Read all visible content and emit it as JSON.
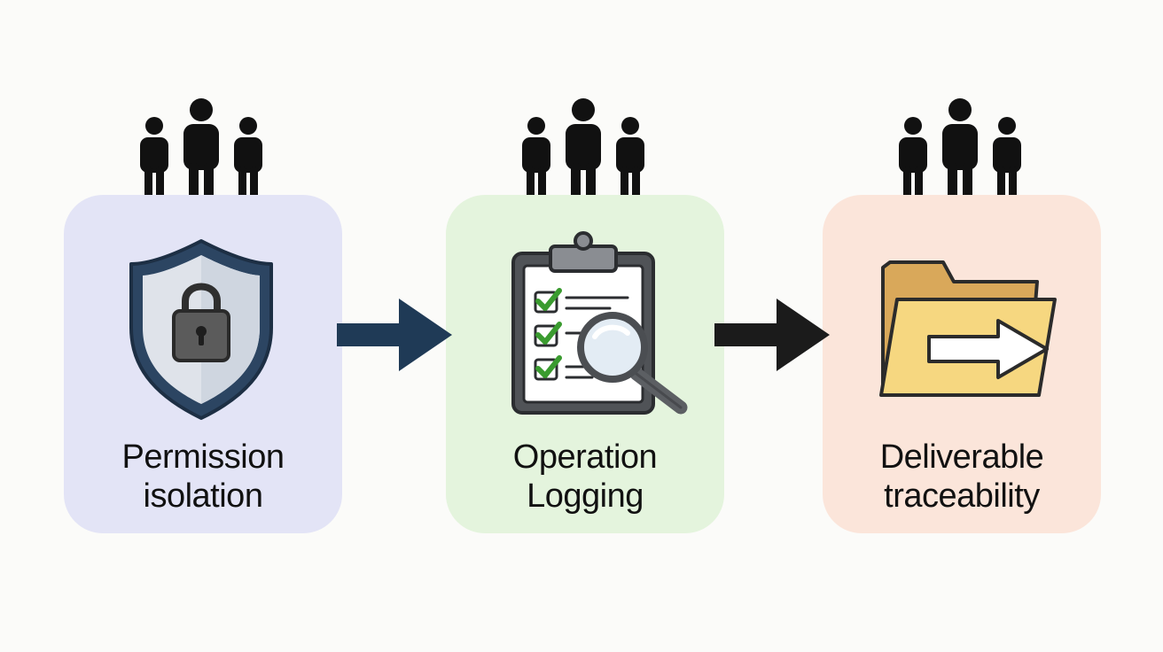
{
  "steps": [
    {
      "label_line1": "Permission",
      "label_line2": "isolation",
      "icon": "shield-lock-icon",
      "card_color": "#e3e4f6"
    },
    {
      "label_line1": "Operation",
      "label_line2": "Logging",
      "icon": "clipboard-checklist-magnifier-icon",
      "card_color": "#e4f4dd"
    },
    {
      "label_line1": "Deliverable",
      "label_line2": "traceability",
      "icon": "folder-export-arrow-icon",
      "card_color": "#fbe5da"
    }
  ],
  "connectors": [
    {
      "icon": "right-arrow-icon",
      "color": "#1f3a56"
    },
    {
      "icon": "right-arrow-icon",
      "color": "#1b1b1b"
    }
  ],
  "people_icon": "three-people-icon"
}
